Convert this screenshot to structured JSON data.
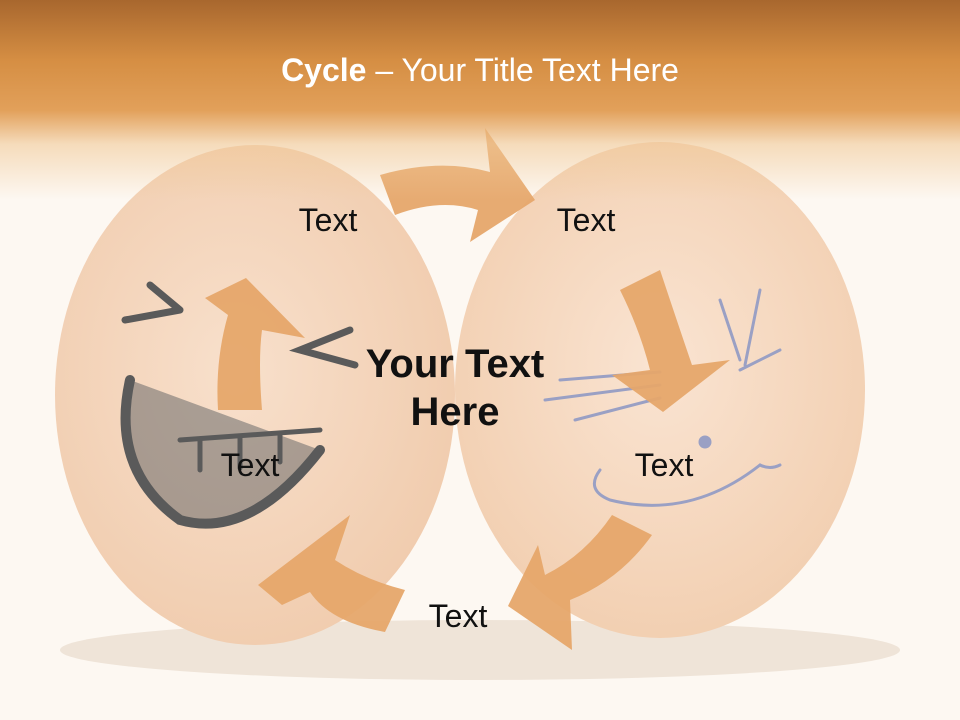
{
  "slide": {
    "title_bold": "Cycle",
    "title_rest": " – Your Title Text Here",
    "center_text_line1": "Your Text",
    "center_text_line2": "Here",
    "cycle_labels": [
      "Text",
      "Text",
      "Text",
      "Text",
      "Text"
    ]
  },
  "colors": {
    "banner": "#d58e43",
    "arrow": "#e6a76a",
    "egg": "#f3d2b6",
    "background": "#fdf8f2",
    "drawing_dark": "#4a4a4a",
    "drawing_light": "#8c93b8"
  },
  "background_image": {
    "subject": "two-brown-eggs-with-drawn-faces",
    "icons": [
      "laughing-face-icon",
      "smiling-cat-face-icon"
    ]
  }
}
